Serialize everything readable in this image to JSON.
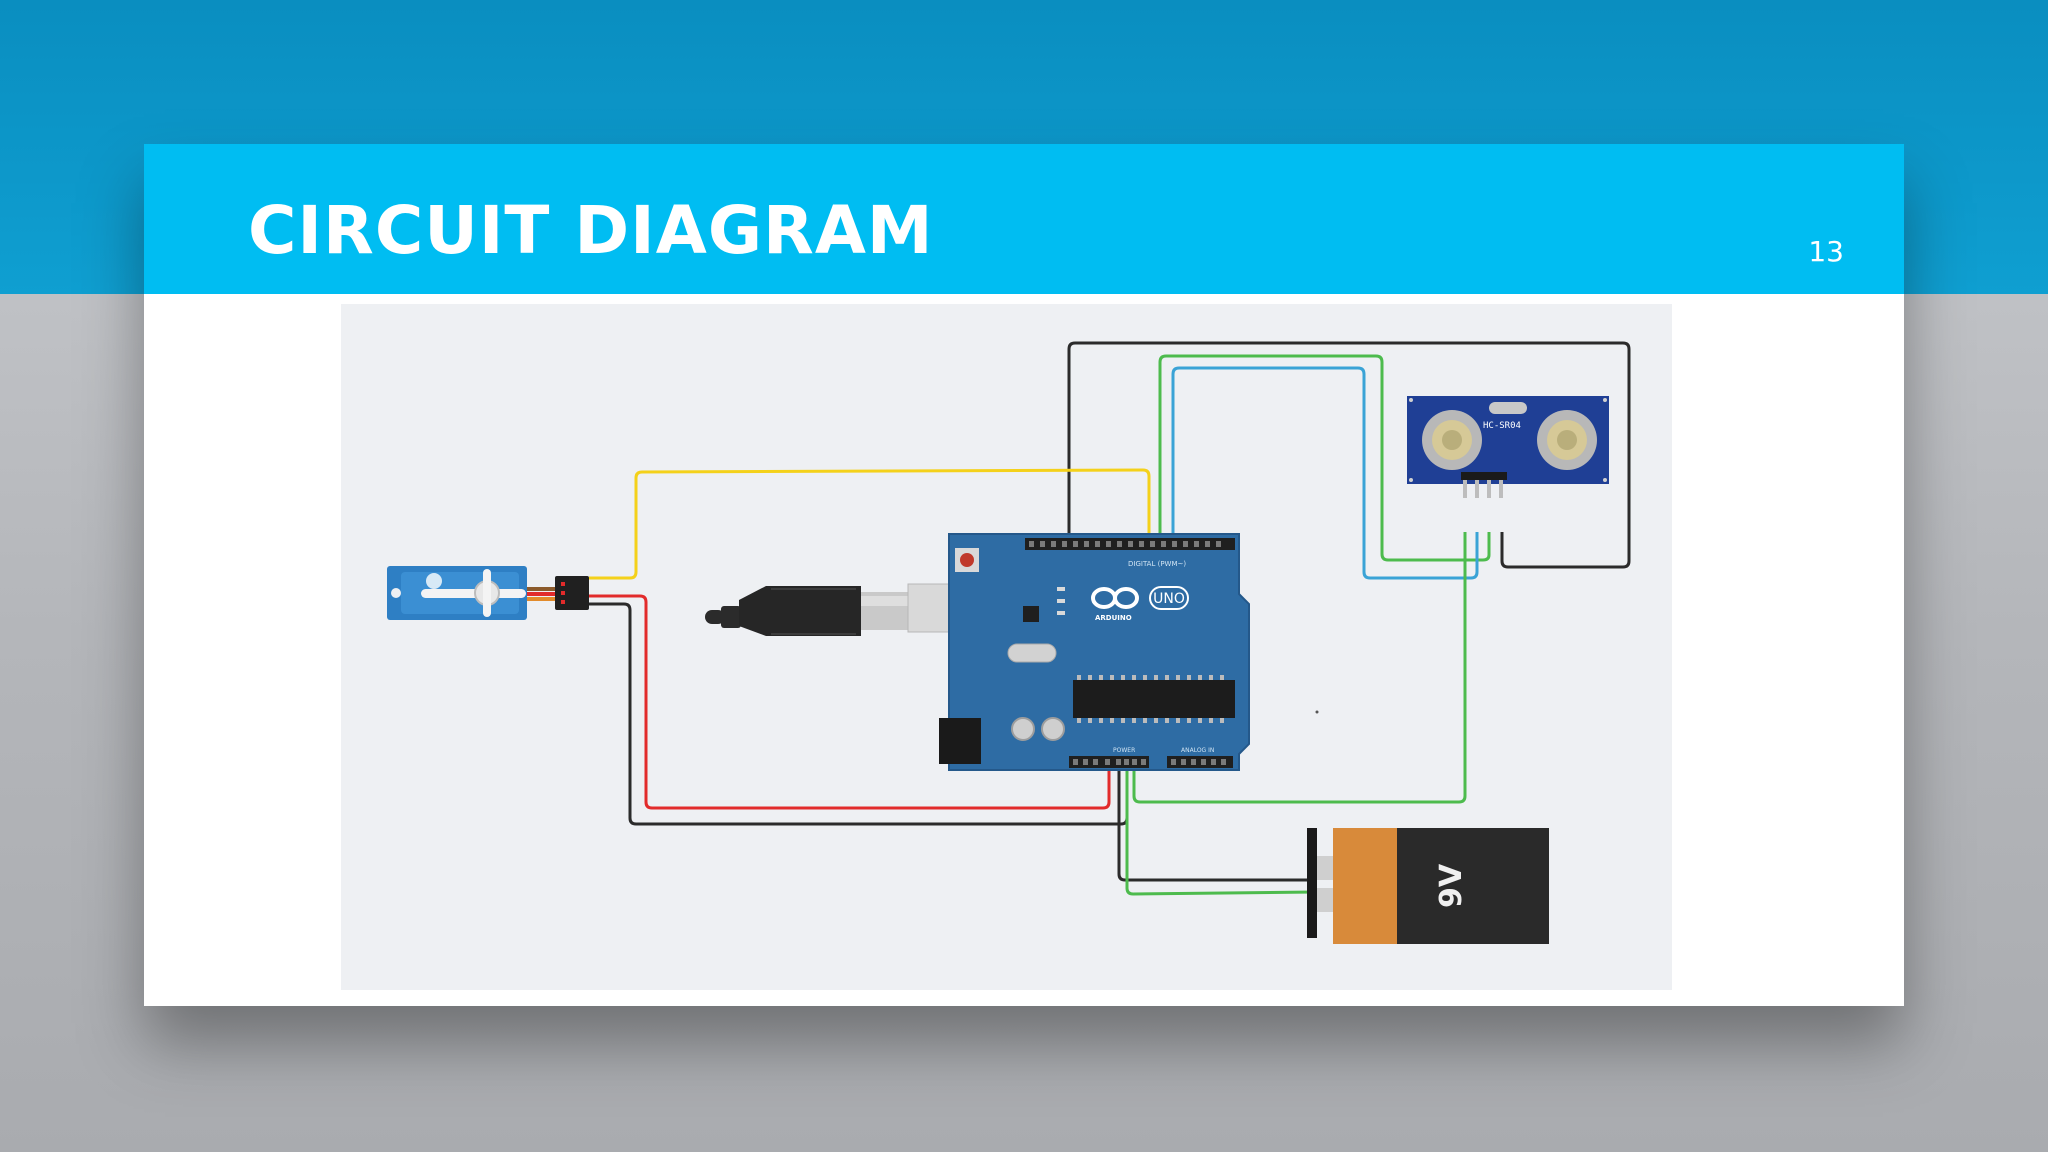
{
  "slide": {
    "title": "CIRCUIT DIAGRAM",
    "page_number": "13"
  },
  "diagram": {
    "arduino_board": {
      "brand_text": "UNO",
      "logo_text": "ARDUINO",
      "digital_label": "DIGITAL (PWM~)",
      "power_label": "POWER",
      "analog_label": "ANALOG IN"
    },
    "ultrasonic_sensor": {
      "model_text": "HC-SR04"
    },
    "battery": {
      "label": "9V"
    },
    "wire_colors": {
      "signal": "#f4d11a",
      "power": "#e22b2b",
      "ground": "#2b2b2b",
      "trigger": "#3aa3d6",
      "echo": "#4dbb4d"
    }
  }
}
